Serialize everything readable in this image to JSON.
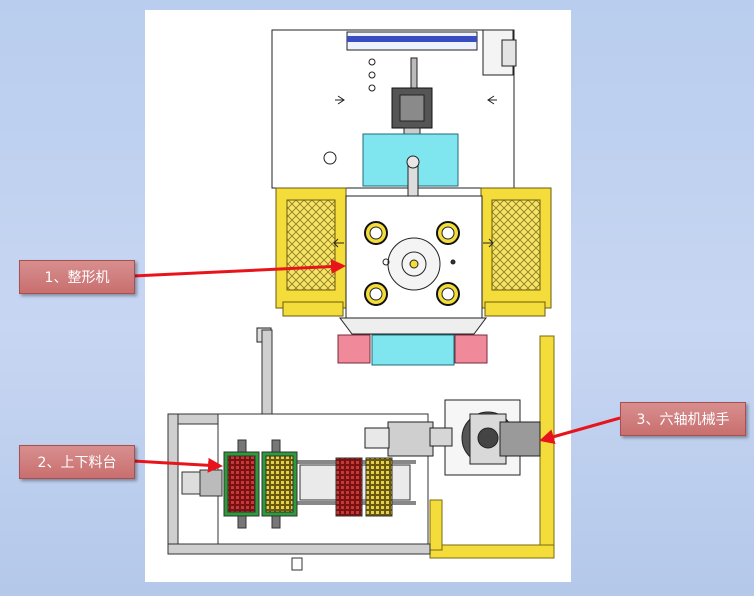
{
  "callouts": {
    "shaping_machine": "1、整形机",
    "loading_table": "2、上下料台",
    "six_axis_robot": "3、六轴机械手"
  },
  "colors": {
    "background": "#c3d3f0",
    "callout_fill": "#cf7a7a",
    "arrow": "#e8141c",
    "frame_yellow": "#f4dd3a",
    "cyan_parts": "#7fe6f0",
    "pink_parts": "#f08a9a"
  }
}
